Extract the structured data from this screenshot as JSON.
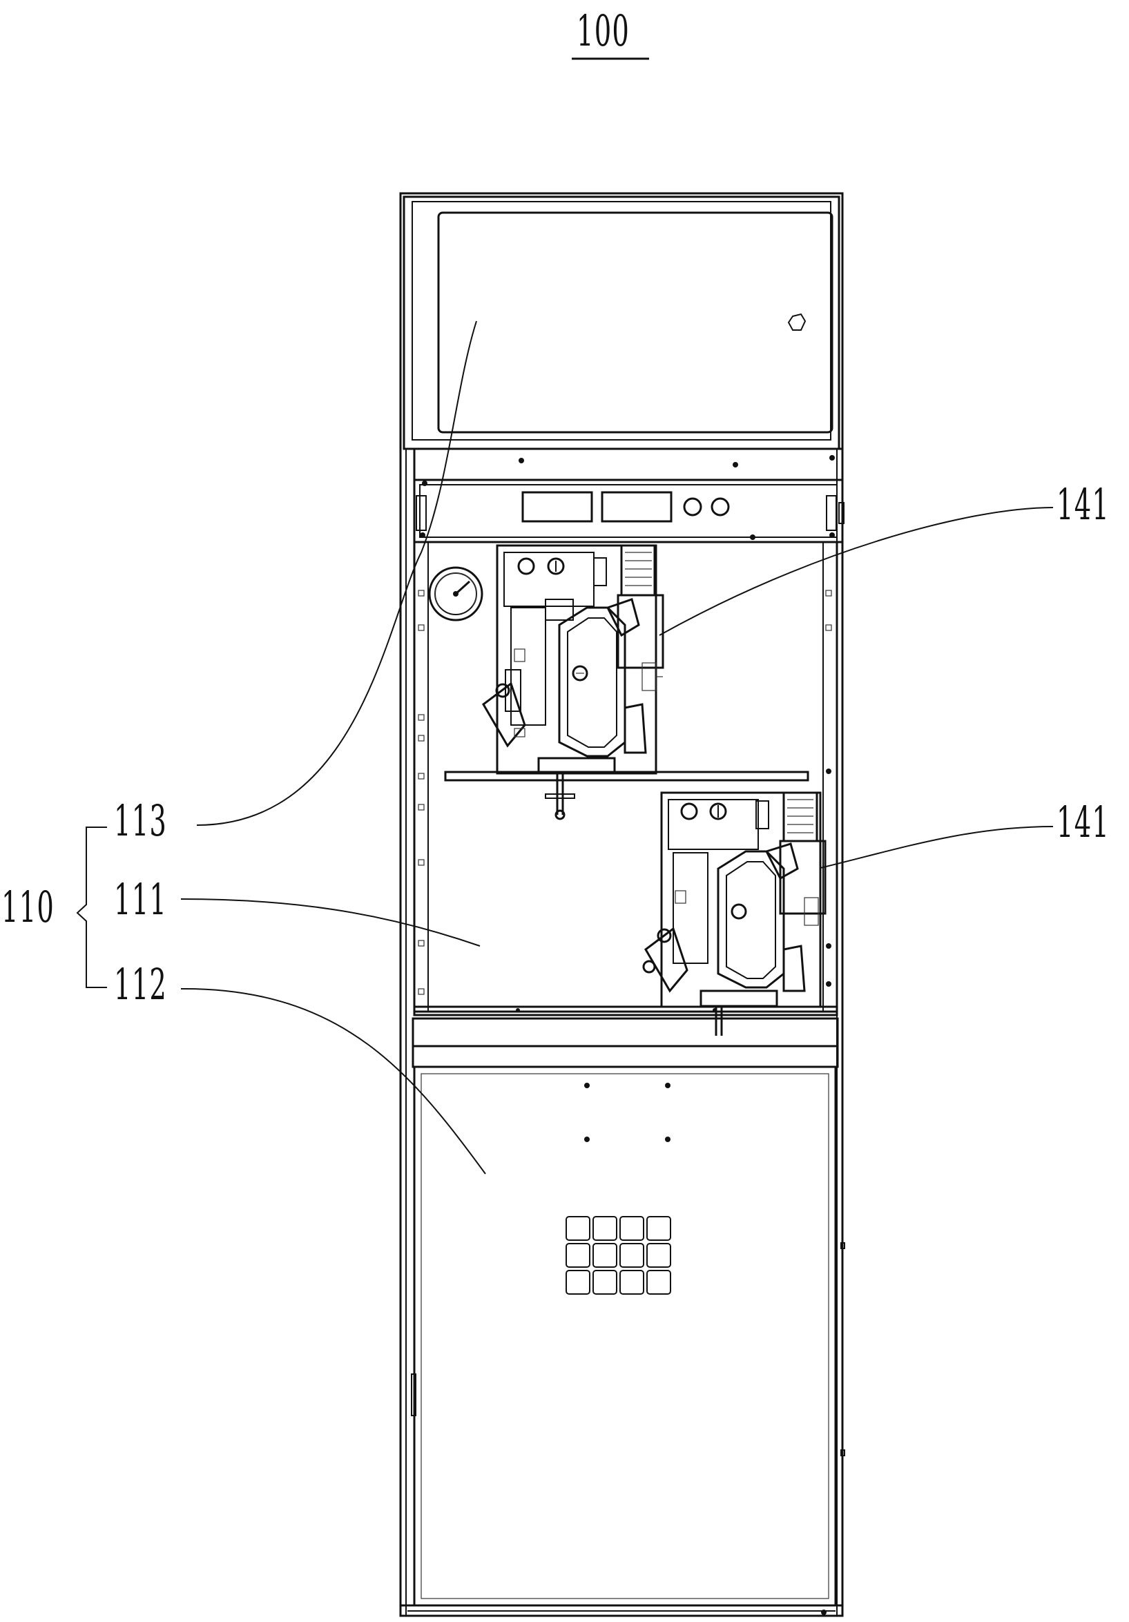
{
  "figure": {
    "number": "100",
    "labels": {
      "group": "110",
      "panel_111": "111",
      "panel_112": "112",
      "panel_113": "113",
      "mechanism_upper": "141",
      "mechanism_lower": "141"
    }
  }
}
